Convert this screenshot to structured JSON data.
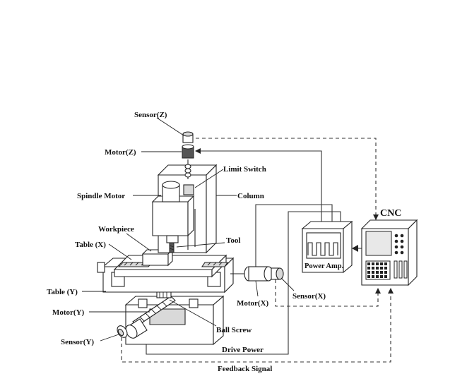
{
  "diagram": {
    "labels": {
      "sensor_z": "Sensor(Z)",
      "motor_z": "Motor(Z)",
      "limit_switch": "Limit Switch",
      "spindle_motor": "Spindle Motor",
      "column": "Column",
      "workpiece": "Workpiece",
      "tool": "Tool",
      "table_x": "Table (X)",
      "table_y": "Table (Y)",
      "motor_y": "Motor(Y)",
      "ball_screw": "Ball Screw",
      "sensor_y": "Sensor(Y)",
      "motor_x": "Motor(X)",
      "sensor_x": "Sensor(X)",
      "power_amp": "Power Amp.",
      "cnc": "CNC",
      "drive_power": "Drive Power",
      "feedback_signal": "Feedback Signal"
    },
    "colors": {
      "line": "#222222",
      "fill_light": "#ffffff",
      "fill_gray": "#d9d9d9",
      "screen": "#e8e8e8"
    }
  }
}
